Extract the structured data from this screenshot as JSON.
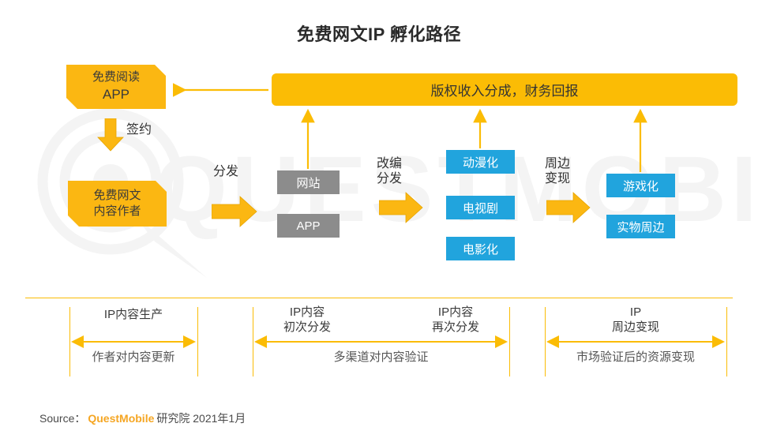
{
  "page": {
    "title": "免费网文IP 孵化路径",
    "background": "#ffffff",
    "colors": {
      "orange": "#fbb712",
      "banner": "#fbbc05",
      "gray": "#8c8c8c",
      "blue": "#21a4dd",
      "text": "#3c3c3c",
      "brand": "#f5a623"
    }
  },
  "banner": {
    "label": "版权收入分成，财务回报"
  },
  "nodes": {
    "reading_app": {
      "line1": "免费阅读",
      "line2": "APP"
    },
    "author": {
      "line1": "免费网文",
      "line2": "内容作者"
    },
    "channels": [
      {
        "label": "网站"
      },
      {
        "label": "APP"
      }
    ],
    "adaptations": [
      {
        "label": "动漫化"
      },
      {
        "label": "电视剧"
      },
      {
        "label": "电影化"
      }
    ],
    "peripherals": [
      {
        "label": "游戏化"
      },
      {
        "label": "实物周边"
      }
    ]
  },
  "steps": {
    "sign": "签约",
    "distribute": "分发",
    "adapt": "改编\n分发",
    "peripheral": "周边\n变现"
  },
  "legend": [
    {
      "top": "IP内容生产",
      "bottom": "作者对内容更新"
    },
    {
      "top_left": "IP内容\n初次分发",
      "top_right": "IP内容\n再次分发",
      "bottom": "多渠道对内容验证"
    },
    {
      "top": "IP\n周边变现",
      "bottom": "市场验证后的资源变现"
    }
  ],
  "source": {
    "prefix": "Source：",
    "brand": "QuestMobile",
    "suffix": "研究院 2021年1月"
  }
}
